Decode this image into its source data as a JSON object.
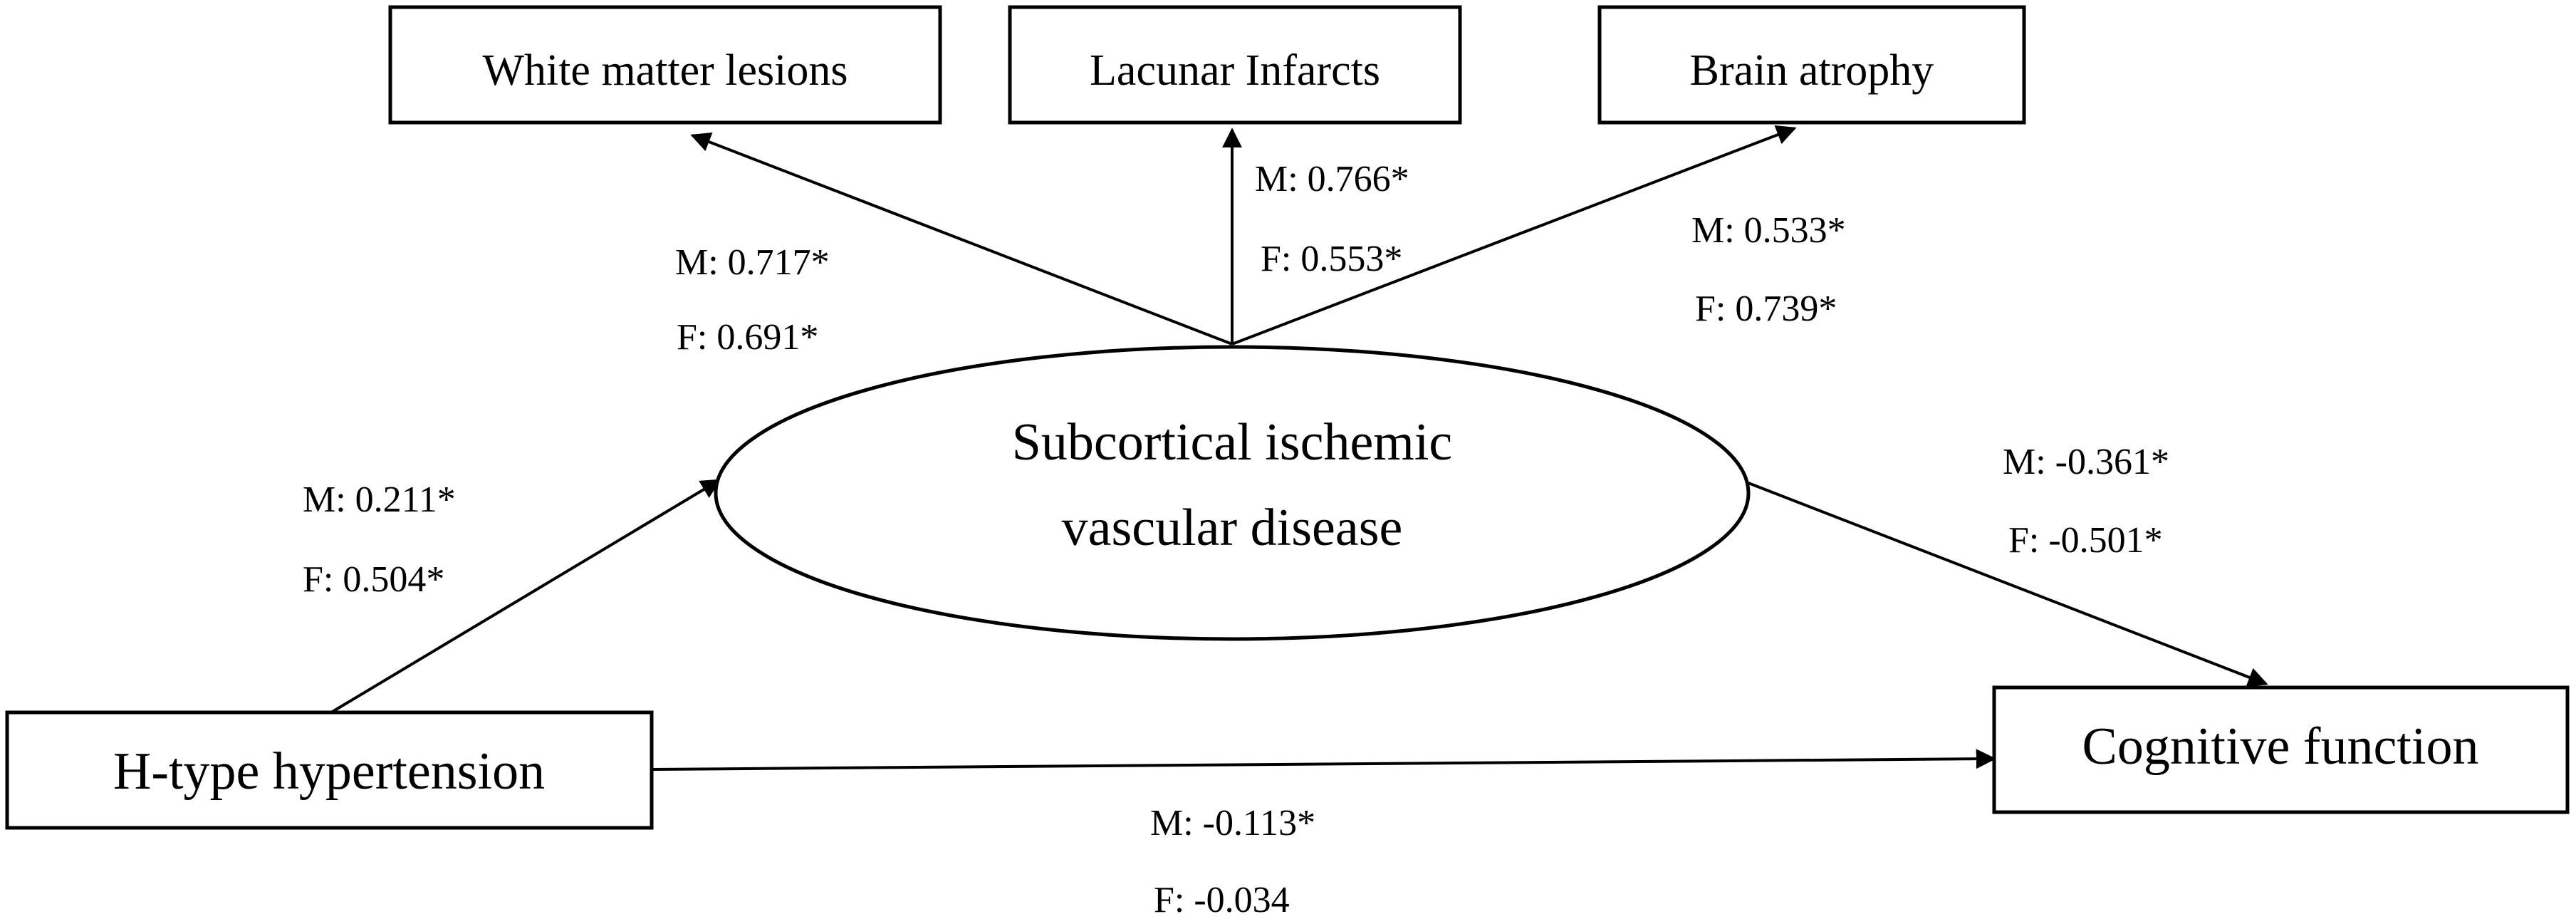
{
  "nodes": {
    "white_matter": {
      "label": "White matter lesions"
    },
    "lacunar": {
      "label": "Lacunar Infarcts"
    },
    "brain_atrophy": {
      "label": "Brain atrophy"
    },
    "scivd": {
      "line1": "Subcortical ischemic",
      "line2": "vascular disease"
    },
    "htype": {
      "label": "H-type hypertension"
    },
    "cognitive": {
      "label": "Cognitive function"
    }
  },
  "paths": {
    "scivd_to_white_matter": {
      "male": "M: 0.717*",
      "female": "F: 0.691*"
    },
    "scivd_to_lacunar": {
      "male": "M: 0.766*",
      "female": "F: 0.553*"
    },
    "scivd_to_brain_atrophy": {
      "male": "M: 0.533*",
      "female": "F: 0.739*"
    },
    "htype_to_scivd": {
      "male": "M: 0.211*",
      "female": "F: 0.504*"
    },
    "scivd_to_cognitive": {
      "male": "M: -0.361*",
      "female": "F: -0.501*"
    },
    "htype_to_cognitive": {
      "male": "M: -0.113*",
      "female": "F: -0.034"
    }
  }
}
